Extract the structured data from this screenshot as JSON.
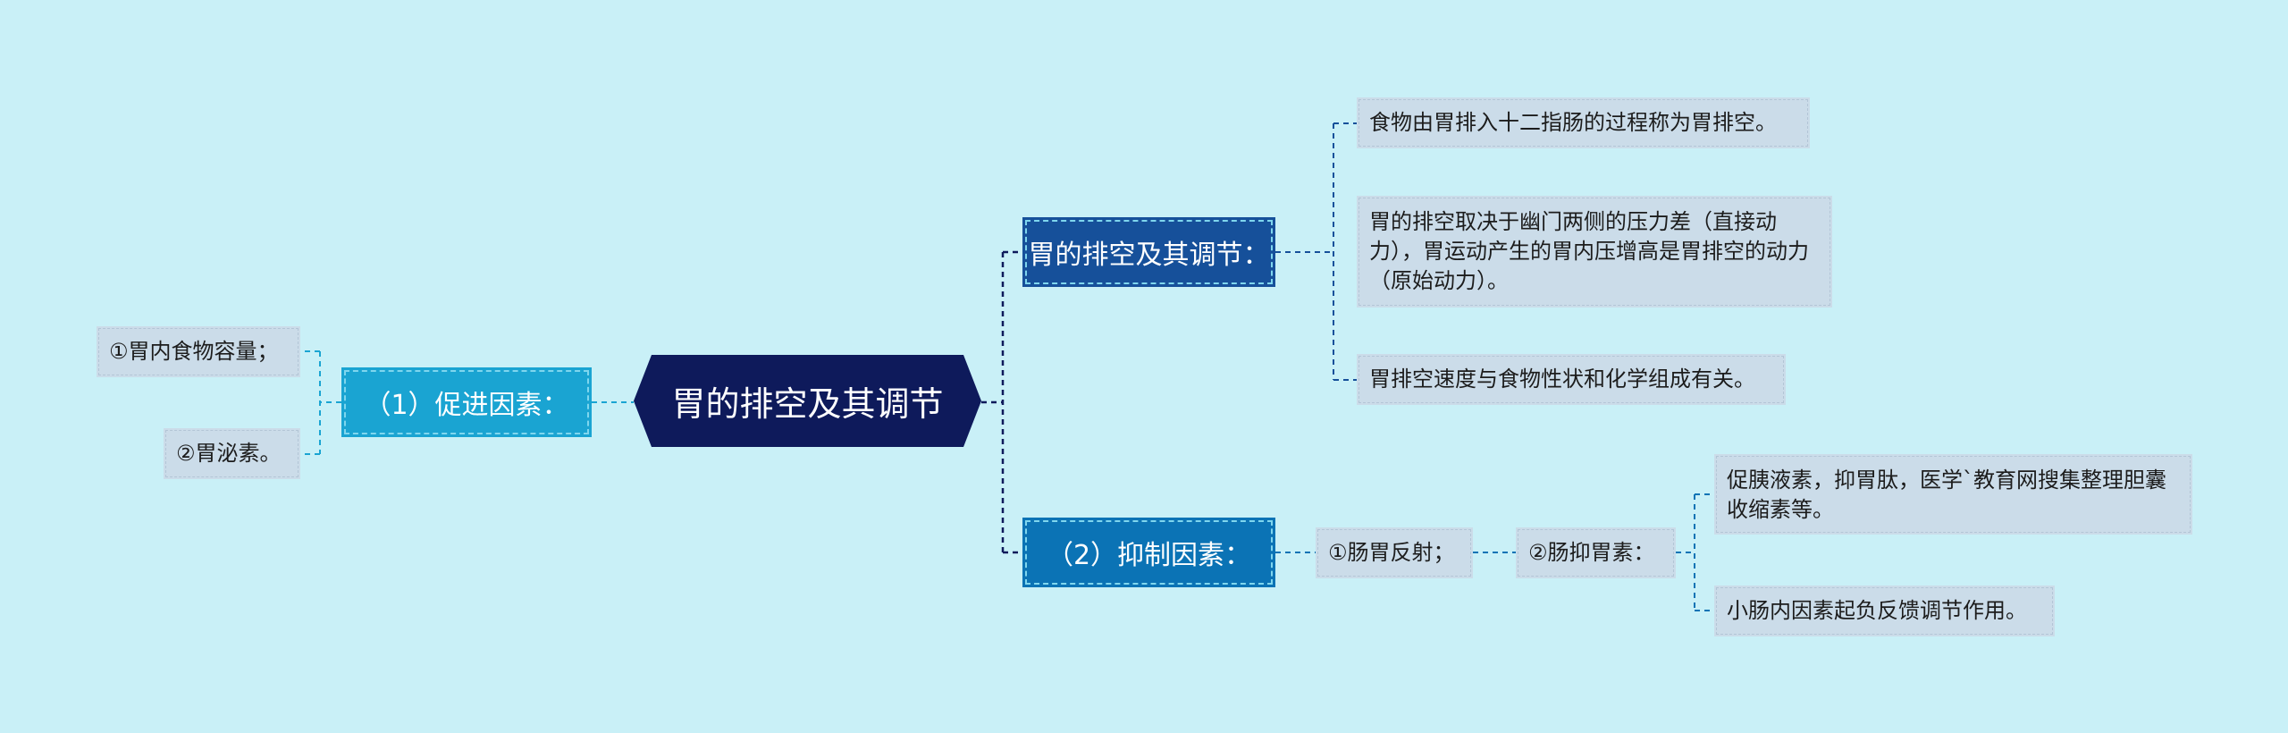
{
  "root": {
    "label": "胃的排空及其调节"
  },
  "branches": {
    "promote": {
      "label": "（1）促进因素：",
      "leaves": [
        "①胃内食物容量；",
        "②胃泌素。"
      ]
    },
    "empty": {
      "label": "胃的排空及其调节：",
      "leaves": [
        "食物由胃排入十二指肠的过程称为胃排空。",
        "胃的排空取决于幽门两侧的压力差（直接动力），胃运动产生的胃内压增高是胃排空的动力（原始动力）。",
        "胃排空速度与食物性状和化学组成有关。"
      ]
    },
    "inhibit": {
      "label": "（2）抑制因素：",
      "reflex": "①肠胃反射；",
      "hormone": "②肠抑胃素：",
      "hormone_leaves": [
        "促胰液素，抑胃肽，医学`教育网搜集整理胆囊收缩素等。",
        "小肠内因素起负反馈调节作用。"
      ]
    }
  },
  "colors": {
    "background": "#c9f0f7",
    "root": "#0e1a5b",
    "promote": "#1aa4d2",
    "empty": "#16509a",
    "inhibit": "#0b73b5",
    "leaf": "#cbdce9"
  }
}
